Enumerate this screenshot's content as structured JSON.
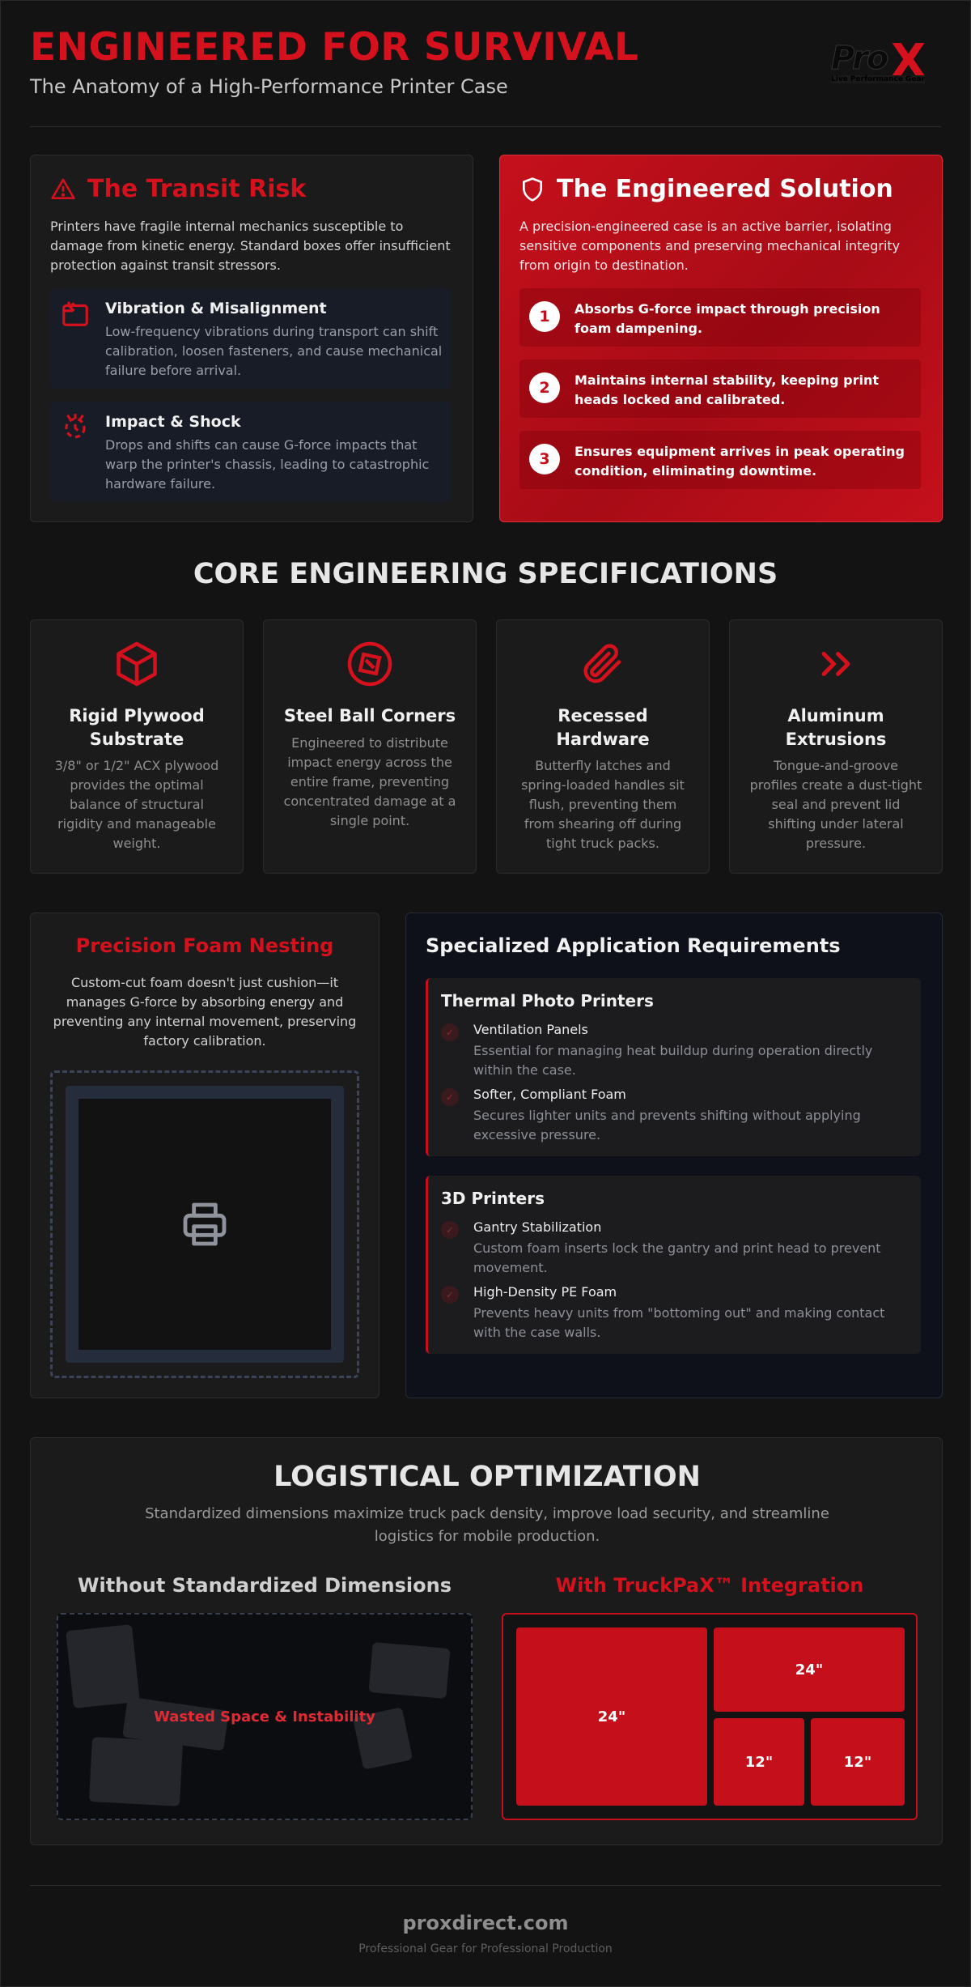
{
  "header": {
    "title": "ENGINEERED FOR SURVIVAL",
    "subtitle": "The Anatomy of a High-Performance Printer Case",
    "logo": {
      "text_pro": "Pro",
      "text_x": "X",
      "tagline": "Live Performance Gear"
    }
  },
  "transit": {
    "title": "The Transit Risk",
    "icon": "warning-triangle-icon",
    "description": "Printers have fragile internal mechanics susceptible to damage from kinetic energy. Standard boxes offer insufficient protection against transit stressors.",
    "items": [
      {
        "icon": "vibration-icon",
        "title": "Vibration & Misalignment",
        "description": "Low-frequency vibrations during transport can shift calibration, loosen fasteners, and cause mechanical failure before arrival."
      },
      {
        "icon": "impact-burst-icon",
        "title": "Impact & Shock",
        "description": "Drops and shifts can cause G-force impacts that warp the printer's chassis, leading to catastrophic hardware failure."
      }
    ]
  },
  "solution": {
    "title": "The Engineered Solution",
    "icon": "shield-icon",
    "description": "A precision-engineered case is an active barrier, isolating sensitive components and preserving mechanical integrity from origin to destination.",
    "items": [
      {
        "number": "1",
        "text": "Absorbs G-force impact through precision foam dampening."
      },
      {
        "number": "2",
        "text": "Maintains internal stability, keeping print heads locked and calibrated."
      },
      {
        "number": "3",
        "text": "Ensures equipment arrives in peak operating condition, eliminating downtime."
      }
    ]
  },
  "core": {
    "title": "CORE ENGINEERING SPECIFICATIONS",
    "specs": [
      {
        "icon": "cube-icon",
        "title": "Rigid Plywood Substrate",
        "description": "3/8\" or 1/2\" ACX plywood provides the optimal balance of structural rigidity and manageable weight."
      },
      {
        "icon": "ball-corner-icon",
        "title": "Steel Ball Corners",
        "description": "Engineered to distribute impact energy across the entire frame, preventing concentrated damage at a single point."
      },
      {
        "icon": "paperclip-icon",
        "title": "Recessed Hardware",
        "description": "Butterfly latches and spring-loaded handles sit flush, preventing them from shearing off during tight truck packs."
      },
      {
        "icon": "double-chevron-icon",
        "title": "Aluminum Extrusions",
        "description": "Tongue-and-groove profiles create a dust-tight seal and prevent lid shifting under lateral pressure."
      }
    ]
  },
  "foam": {
    "title": "Precision Foam Nesting",
    "description": "Custom-cut foam doesn't just cushion—it manages G-force by absorbing energy and preventing any internal movement, preserving factory calibration.",
    "icon": "printer-icon"
  },
  "applications": {
    "title": "Specialized Application Requirements",
    "cards": [
      {
        "title": "Thermal Photo Printers",
        "items": [
          {
            "name": "Ventilation Panels",
            "description": "Essential for managing heat buildup during operation directly within the case."
          },
          {
            "name": "Softer, Compliant Foam",
            "description": "Secures lighter units and prevents shifting without applying excessive pressure."
          }
        ]
      },
      {
        "title": "3D Printers",
        "items": [
          {
            "name": "Gantry Stabilization",
            "description": "Custom foam inserts lock the gantry and print head to prevent movement."
          },
          {
            "name": "High-Density PE Foam",
            "description": "Prevents heavy units from \"bottoming out\" and making contact with the case walls."
          }
        ]
      }
    ]
  },
  "logistics": {
    "title": "LOGISTICAL OPTIMIZATION",
    "description": "Standardized dimensions maximize truck pack density, improve load security, and streamline logistics for mobile production.",
    "without_title": "Without Standardized Dimensions",
    "without_label": "Wasted Space & Instability",
    "with_title": "With TruckPaX™ Integration",
    "crates": [
      "24\"",
      "24\"",
      "12\"",
      "12\""
    ]
  },
  "footer": {
    "site": "proxdirect.com",
    "tagline": "Professional Gear for Professional Production"
  },
  "colors": {
    "accent": "#d4111c",
    "background": "#131313",
    "card": "#1b1b1b",
    "muted": "#8f8f8f"
  }
}
